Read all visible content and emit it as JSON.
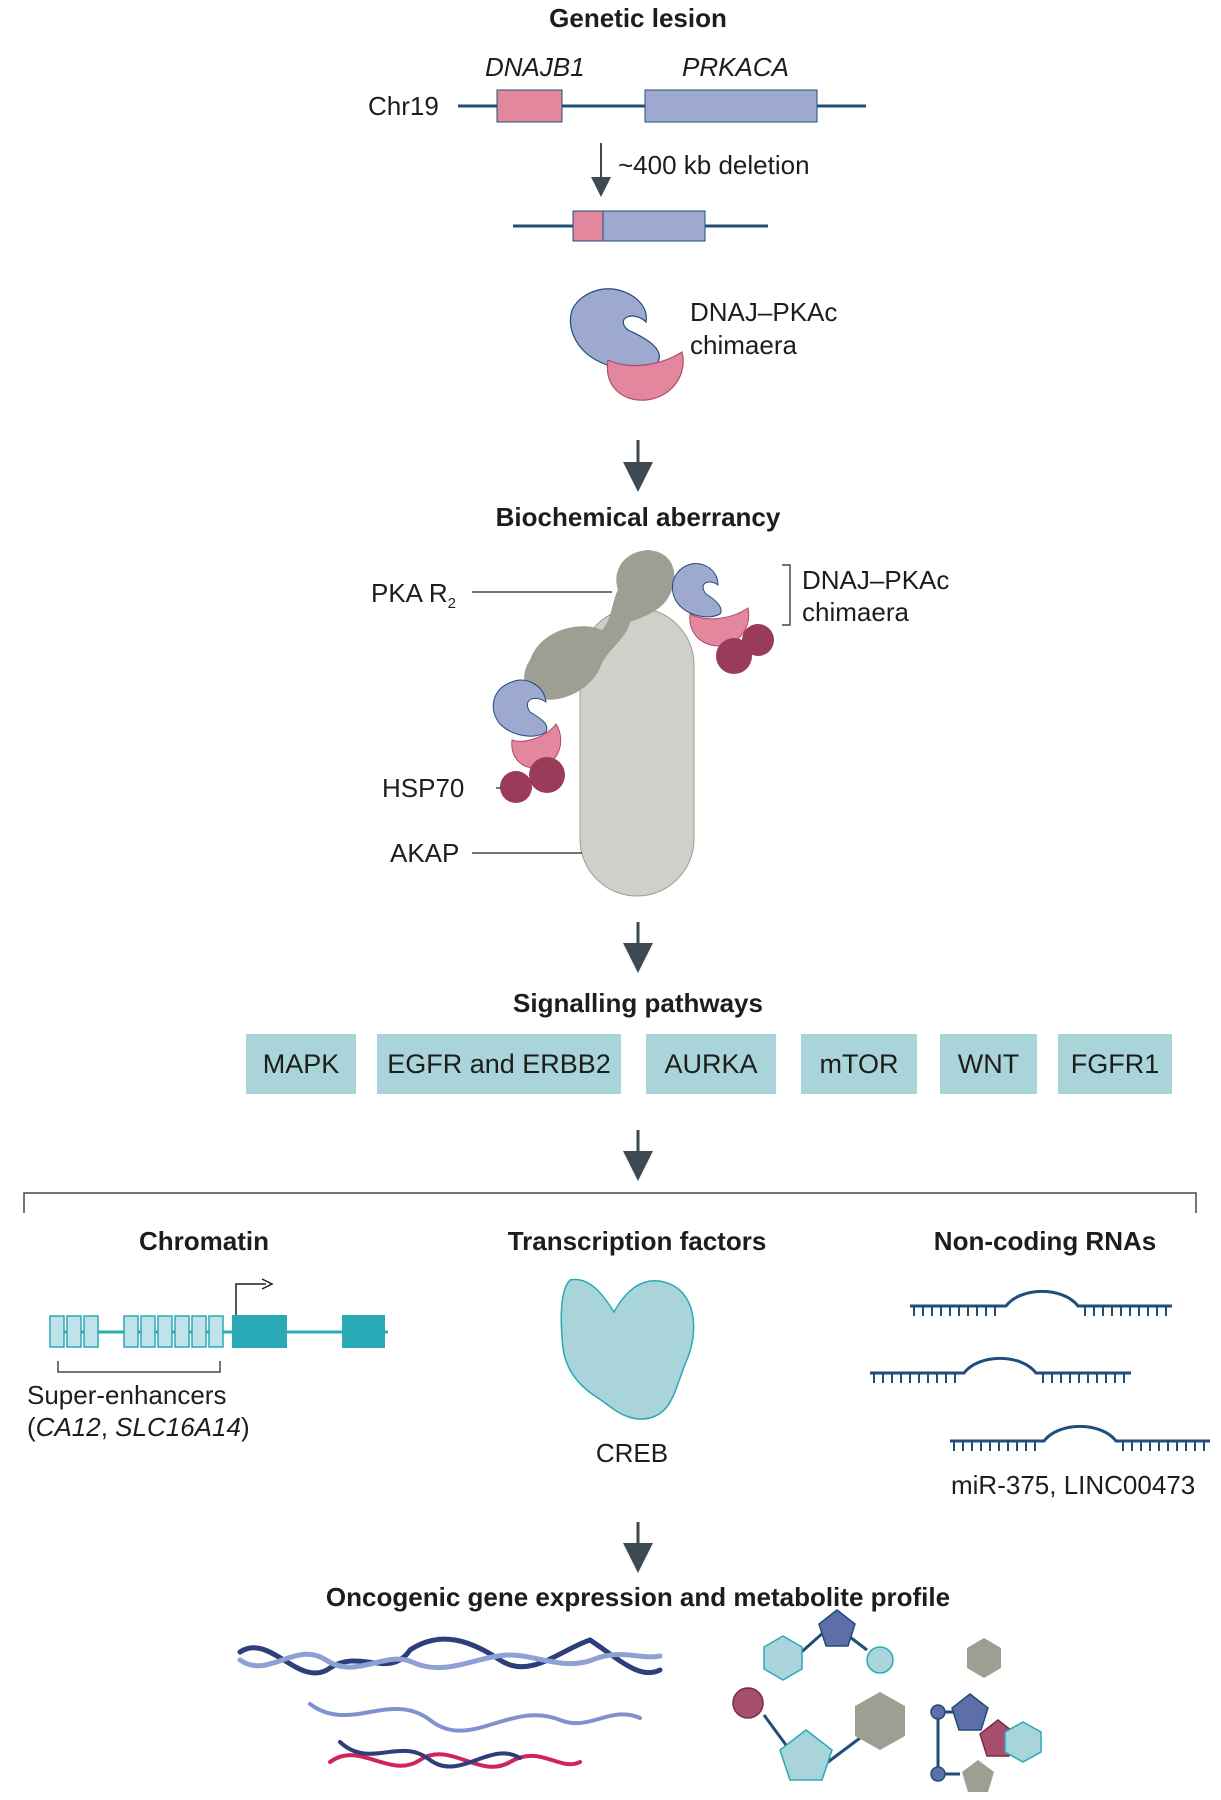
{
  "genetic_lesion": {
    "heading": "Genetic lesion",
    "chromosome_label": "Chr19",
    "gene_dnajb1": "DNAJB1",
    "gene_prkaca": "PRKACA",
    "deletion_label": "~400 kb deletion",
    "chimaera_label_line1": "DNAJ–PKAc",
    "chimaera_label_line2": "chimaera"
  },
  "biochemical_aberrancy": {
    "heading": "Biochemical aberrancy",
    "pka_label": "PKA R",
    "pka_subscript": "2",
    "chimaera_label_line1": "DNAJ–PKAc",
    "chimaera_label_line2": "chimaera",
    "hsp70_label": "HSP70",
    "akap_label": "AKAP"
  },
  "signalling_pathways": {
    "heading": "Signalling pathways",
    "pathways": [
      "MAPK",
      "EGFR and ERBB2",
      "AURKA",
      "mTOR",
      "WNT",
      "FGFR1"
    ]
  },
  "chromatin": {
    "heading": "Chromatin",
    "label": "Super-enhancers",
    "genes_open": "(",
    "gene1": "CA12",
    "genes_sep": ", ",
    "gene2": "SLC16A14",
    "genes_close": ")"
  },
  "transcription_factors": {
    "heading": "Transcription factors",
    "label": "CREB"
  },
  "non_coding_rnas": {
    "heading": "Non-coding RNAs",
    "label": "miR-375, LINC00473"
  },
  "outcome": {
    "heading": "Oncogenic gene expression and metabolite profile"
  },
  "colors": {
    "dna_line": "#1f4e79",
    "dnajb1_pink": "#e2879e",
    "prkaca_blue": "#9ea9cf",
    "hsp70_maroon": "#9b3b5a",
    "pka_grey": "#9c9f92",
    "akap_grey": "#cfd0c9",
    "pathway_box": "#a9d4da",
    "chromatin_teal": "#2aa9b7",
    "creb_fill": "#a9d4da",
    "arrow": "#3d4a52"
  }
}
